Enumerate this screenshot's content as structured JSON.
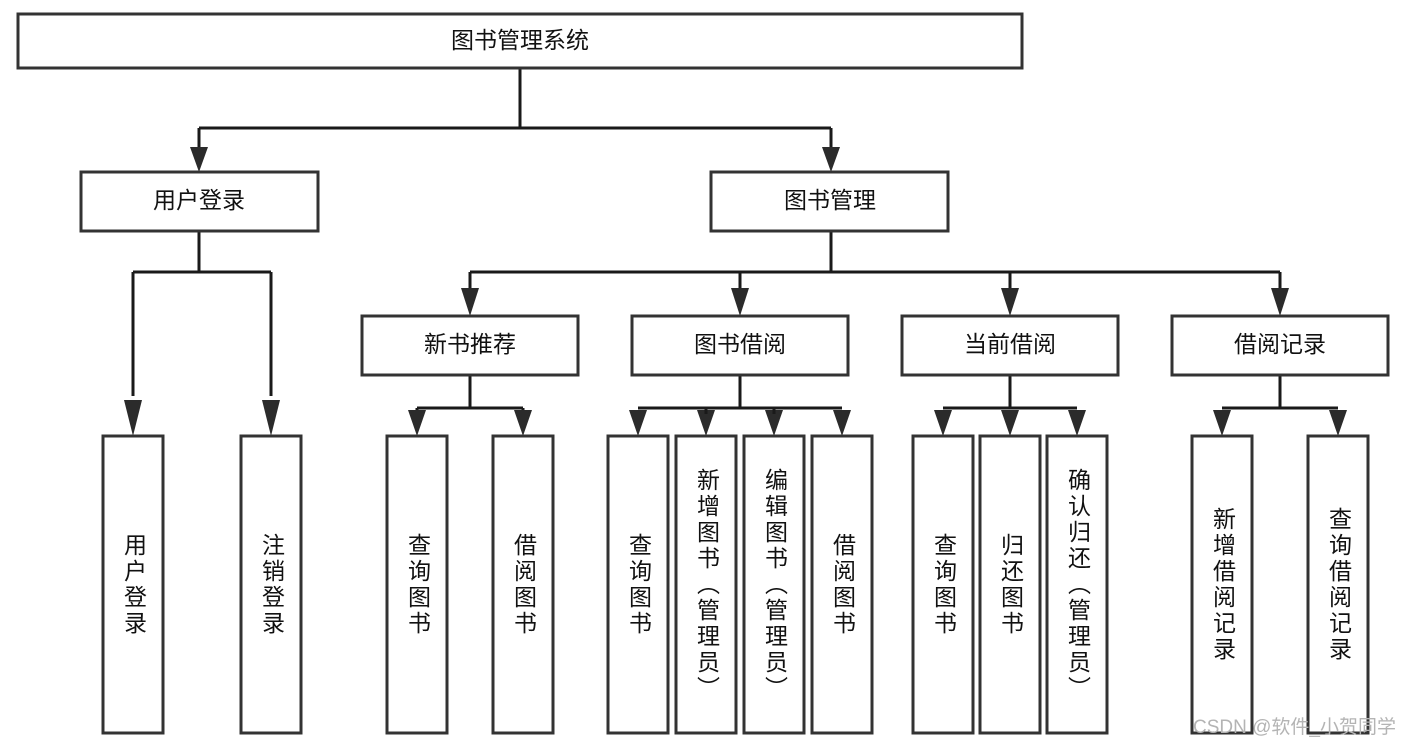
{
  "diagram": {
    "type": "tree",
    "title": "图书管理系统",
    "orientation": "top-down",
    "watermark": "CSDN @软件_小贺同学",
    "colors": {
      "box_fill": "#ffffff",
      "box_stroke": "#333333",
      "connector": "#1a1a1a",
      "text": "#111111",
      "watermark": "#b4b4b4",
      "background": "#ffffff"
    },
    "root": {
      "label": "图书管理系统",
      "level": 0
    },
    "level1": [
      {
        "label": "用户登录"
      },
      {
        "label": "图书管理"
      }
    ],
    "level2": [
      {
        "label": "新书推荐",
        "parent": "图书管理"
      },
      {
        "label": "图书借阅",
        "parent": "图书管理"
      },
      {
        "label": "当前借阅",
        "parent": "图书管理"
      },
      {
        "label": "借阅记录",
        "parent": "图书管理"
      }
    ],
    "leaves_user_login": [
      {
        "label": "用户登录"
      },
      {
        "label": "注销登录"
      }
    ],
    "leaves_new_books": [
      {
        "label": "查询图书"
      },
      {
        "label": "借阅图书"
      }
    ],
    "leaves_borrow": [
      {
        "label": "查询图书"
      },
      {
        "label": "新增图书（管理员）"
      },
      {
        "label": "编辑图书（管理员）"
      },
      {
        "label": "借阅图书"
      }
    ],
    "leaves_current": [
      {
        "label": "查询图书"
      },
      {
        "label": "归还图书"
      },
      {
        "label": "确认归还（管理员）"
      }
    ],
    "leaves_records": [
      {
        "label": "新增借阅记录"
      },
      {
        "label": "查询借阅记录"
      }
    ]
  }
}
